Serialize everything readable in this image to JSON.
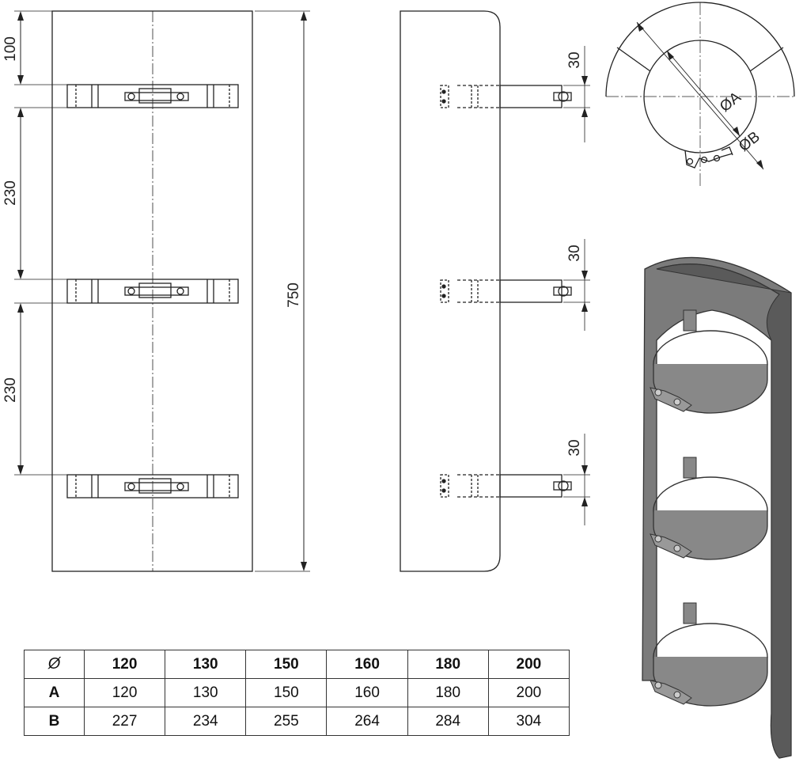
{
  "dimensions": {
    "front_top": "100",
    "front_spacing_1": "230",
    "front_spacing_2": "230",
    "total_height": "750",
    "bracket_height_1": "30",
    "bracket_height_2": "30",
    "bracket_height_3": "30",
    "diameter_a": "ØA",
    "diameter_b": "ØB"
  },
  "table": {
    "header": [
      "Ø",
      "120",
      "130",
      "150",
      "160",
      "180",
      "200"
    ],
    "rows": [
      [
        "A",
        "120",
        "130",
        "150",
        "160",
        "180",
        "200"
      ],
      [
        "B",
        "227",
        "234",
        "255",
        "264",
        "284",
        "304"
      ]
    ]
  },
  "colors": {
    "line": "#222222",
    "render_fill": "#7b7b7b",
    "render_dark": "#5a5a5a"
  }
}
